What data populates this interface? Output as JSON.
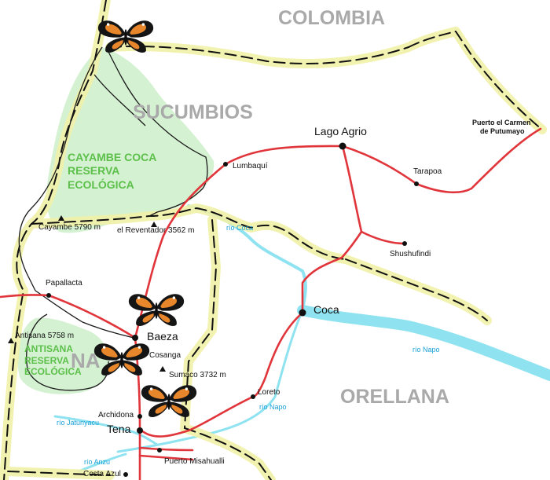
{
  "regions": {
    "colombia": "COLOMBIA",
    "sucumbios": "SUCUMBIOS",
    "orellana": "ORELLANA",
    "napo_partial": "NA"
  },
  "reserves": {
    "cayambe": [
      "CAYAMBE COCA",
      "RESERVA",
      "ECOLÓGICA"
    ],
    "antisana": [
      "ANTISANA",
      "RESERVA",
      "ECOLÓGICA"
    ]
  },
  "towns": {
    "lago_agrio": "Lago Agrio",
    "puerto_carmen_1": "Puerto el Carmen",
    "puerto_carmen_2": "de Putumayo",
    "lumbaqui": "Lumbaquí",
    "tarapoa": "Tarapoa",
    "shushufindi": "Shushufindi",
    "coca": "Coca",
    "papallacta": "Papallacta",
    "baeza": "Baeza",
    "cosanga": "Cosanga",
    "loreto": "Loreto",
    "archidona": "Archidona",
    "tena": "Tena",
    "puerto_misahualli": "Puerto Misahualli",
    "costa_azul": "Costa Azul"
  },
  "peaks": {
    "cayambe": "Cayambe 5790 m",
    "reventador": "el Reventador 3562 m",
    "antisana": "Antisana 5758 m",
    "sumaco": "Sumaco 3732 m"
  },
  "rivers": {
    "coca": "río Coca",
    "napo_east": "río Napo",
    "napo_loreto": "río Napo",
    "jatunyacu": "río Jatunyacu",
    "anzu": "río Anzu"
  },
  "colors": {
    "road": "#e0353b",
    "river": "#8fe3f0",
    "reserve_fill": "#cdeec9",
    "border_glow": "#f1f1a8",
    "butterfly_orange": "#e7862a"
  }
}
